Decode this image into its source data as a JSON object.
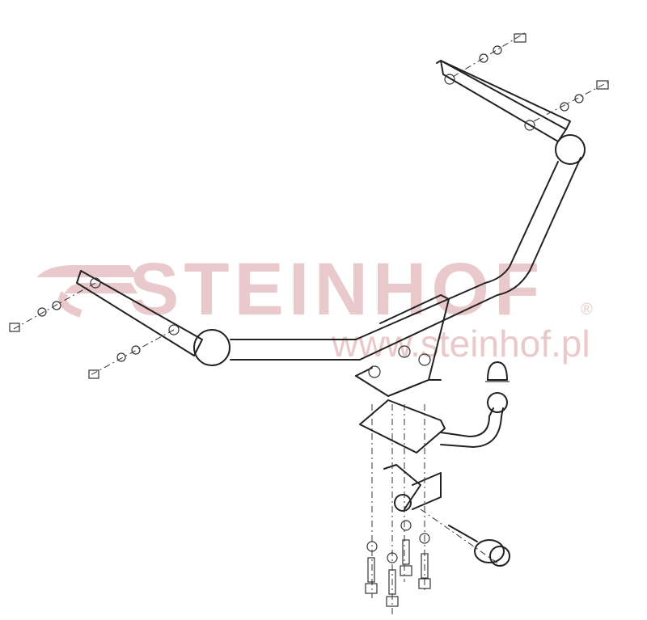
{
  "diagram": {
    "type": "exploded technical drawing",
    "subject": "tow bar / trailer hitch assembly",
    "components": [
      "main crossbar tube",
      "left mounting arm",
      "right mounting arm",
      "center mounting plate bracket",
      "ball mount bracket",
      "tow ball",
      "tow ball cap",
      "electrical socket bracket",
      "electrical socket with cable",
      "bolts, washers and nuts"
    ]
  },
  "watermark": {
    "logo_text": "STEINHOF",
    "registered_mark": "®",
    "url": "www.steinhof.pl",
    "color": "#e9c9cc"
  }
}
